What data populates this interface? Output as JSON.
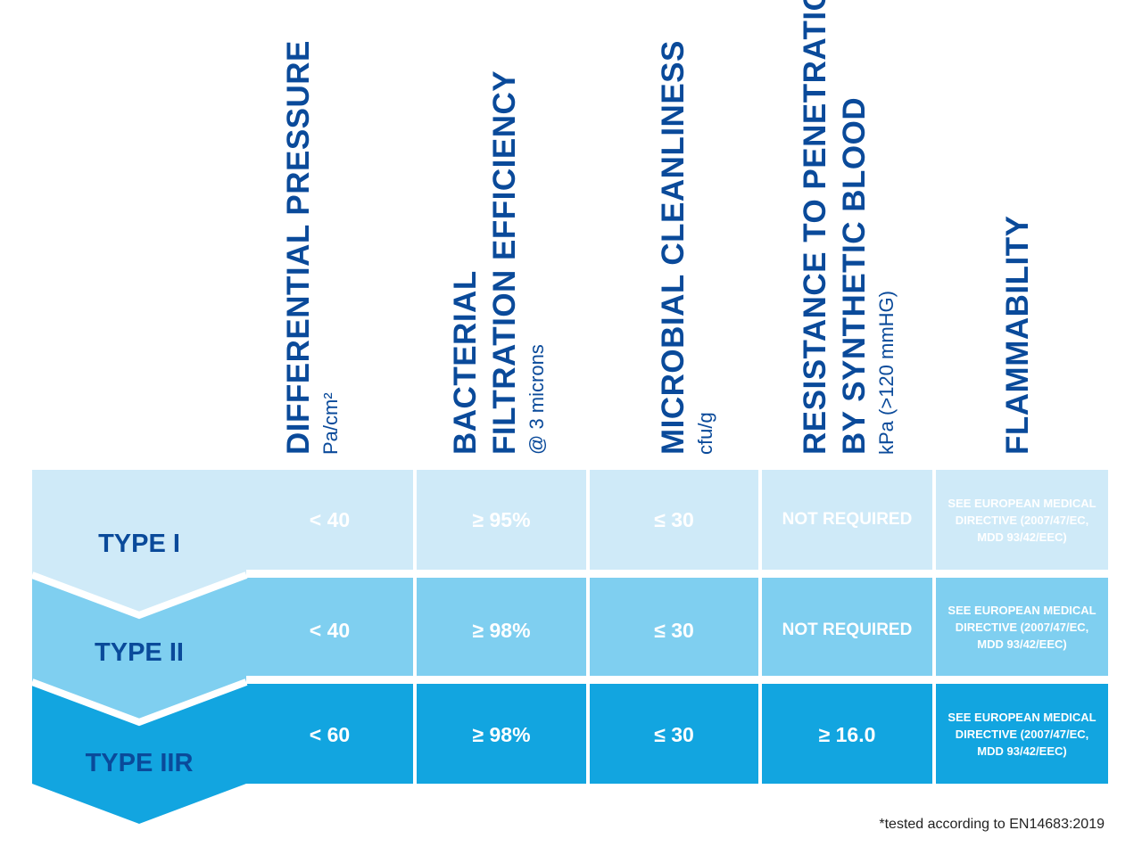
{
  "columns": [
    {
      "title_lines": [
        "DIFFERENTIAL PRESSURE"
      ],
      "subtitle": "Pa/cm²"
    },
    {
      "title_lines": [
        "BACTERIAL",
        "FILTRATION EFFICIENCY"
      ],
      "subtitle": "@ 3 microns"
    },
    {
      "title_lines": [
        "MICROBIAL CLEANLINESS"
      ],
      "subtitle": "cfu/g"
    },
    {
      "title_lines": [
        "RESISTANCE TO PENETRATION",
        "BY SYNTHETIC BLOOD"
      ],
      "subtitle": "kPa (>120 mmHG)"
    },
    {
      "title_lines": [
        "FLAMMABILITY"
      ],
      "subtitle": ""
    }
  ],
  "rows": [
    {
      "type": "TYPE I",
      "values": [
        "< 40",
        "≥ 95%",
        "≤ 30",
        "NOT REQUIRED"
      ],
      "flammability": [
        "SEE EUROPEAN MEDICAL",
        "DIRECTIVE (2007/47/EC,",
        "MDD 93/42/EEC)"
      ],
      "color": "#cfeaf8",
      "text_color": "#ffffff"
    },
    {
      "type": "TYPE II",
      "values": [
        "< 40",
        "≥ 98%",
        "≤ 30",
        "NOT REQUIRED"
      ],
      "flammability": [
        "SEE EUROPEAN MEDICAL",
        "DIRECTIVE (2007/47/EC,",
        "MDD 93/42/EEC)"
      ],
      "color": "#7fcff0",
      "text_color": "#ffffff"
    },
    {
      "type": "TYPE IIR",
      "values": [
        "< 60",
        "≥ 98%",
        "≤ 30",
        "≥ 16.0"
      ],
      "flammability": [
        "SEE EUROPEAN MEDICAL",
        "DIRECTIVE (2007/47/EC,",
        "MDD 93/42/EEC)"
      ],
      "color": "#12a5e0",
      "text_color": "#ffffff"
    }
  ],
  "footnote": "*tested according to EN14683:2019"
}
